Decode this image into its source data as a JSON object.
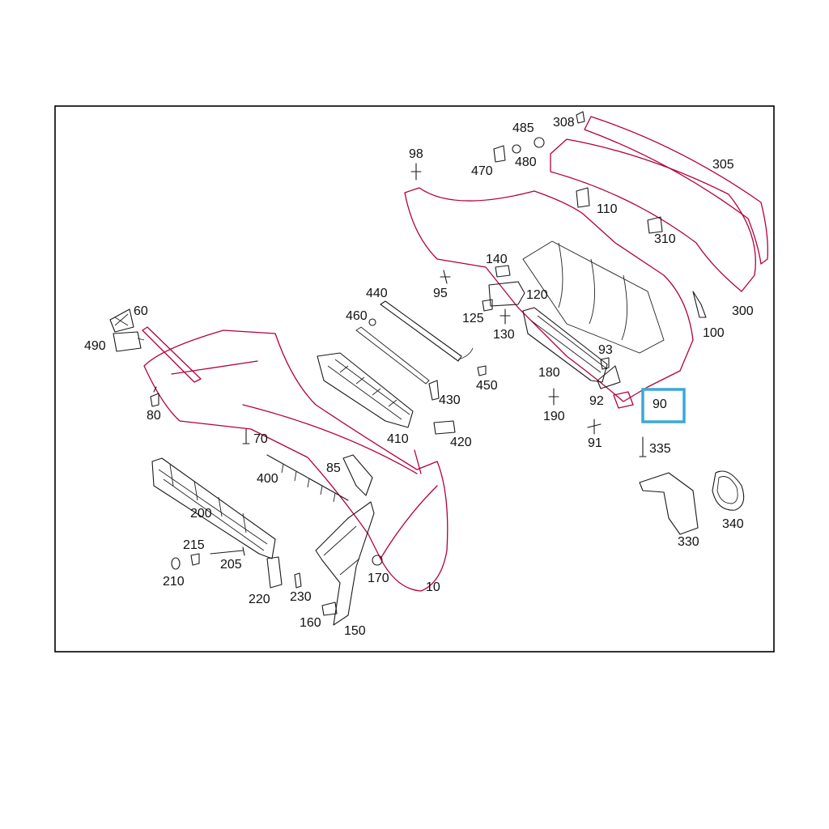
{
  "diagram": {
    "highlight_color": "#3aa8d8",
    "part_line_color": "#b3003c",
    "highlighted_label": "90",
    "labels": {
      "l10": "10",
      "l60": "60",
      "l70": "70",
      "l80": "80",
      "l85": "85",
      "l90": "90",
      "l91": "91",
      "l92": "92",
      "l93": "93",
      "l95": "95",
      "l98": "98",
      "l100": "100",
      "l110": "110",
      "l120": "120",
      "l125": "125",
      "l130": "130",
      "l140": "140",
      "l150": "150",
      "l160": "160",
      "l170": "170",
      "l180": "180",
      "l190": "190",
      "l200": "200",
      "l205": "205",
      "l210": "210",
      "l215": "215",
      "l220": "220",
      "l230": "230",
      "l300": "300",
      "l305": "305",
      "l308": "308",
      "l310": "310",
      "l330": "330",
      "l335": "335",
      "l340": "340",
      "l400": "400",
      "l410": "410",
      "l420": "420",
      "l430": "430",
      "l440": "440",
      "l450": "450",
      "l460": "460",
      "l470": "470",
      "l480": "480",
      "l485": "485",
      "l490": "490"
    }
  }
}
